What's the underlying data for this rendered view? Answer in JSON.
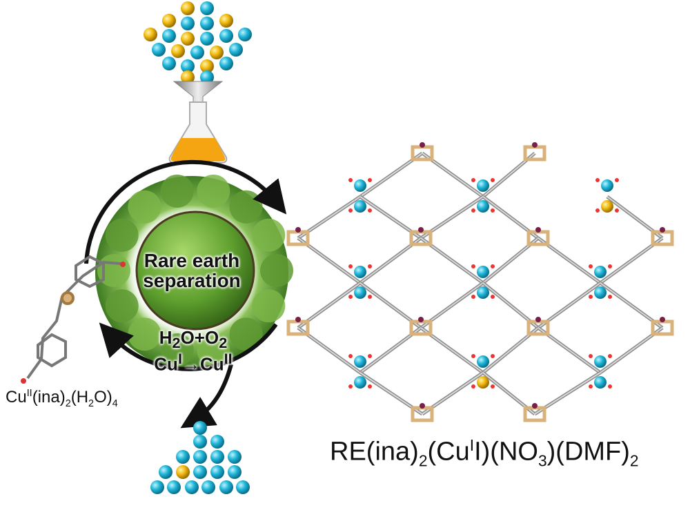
{
  "globe": {
    "line1": "Rare earth",
    "line2": "separation"
  },
  "conditions": {
    "reactants": [
      "H",
      "2",
      "O+O",
      "2"
    ],
    "redox": [
      "Cu",
      "I",
      "→Cu",
      "II"
    ]
  },
  "precursor_label": [
    "Cu",
    "II",
    "(ina)",
    "2",
    "(H",
    "2",
    "O)",
    "4"
  ],
  "mof_label": [
    "RE(ina)",
    "2",
    "(Cu",
    "I",
    "I)(NO",
    "3",
    ")(DMF)",
    "2"
  ],
  "colors": {
    "re_ion": "#1fb6d8",
    "other_ion": "#f0b90c",
    "cu_node": "#d8b27a",
    "solution": "#f5a511",
    "globe": "#6aa635"
  }
}
